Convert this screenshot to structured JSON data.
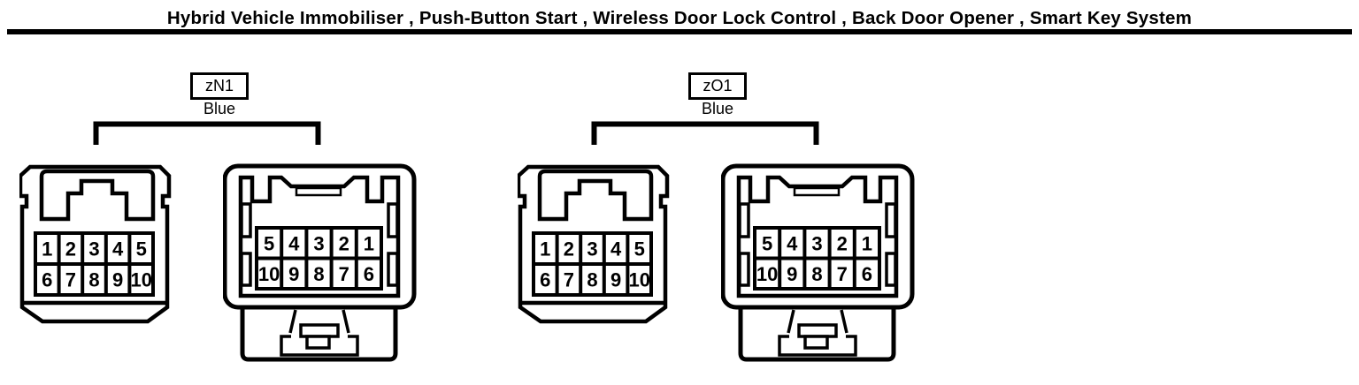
{
  "title": "Hybrid Vehicle Immobiliser , Push-Button Start , Wireless Door Lock Control , Back Door Opener , Smart Key System",
  "colors": {
    "line": "#000000",
    "background": "#ffffff"
  },
  "groups": [
    {
      "connector_code": "zN1",
      "color_name": "Blue",
      "left_connector": {
        "row1": [
          "1",
          "2",
          "3",
          "4",
          "5"
        ],
        "row2": [
          "6",
          "7",
          "8",
          "9",
          "10"
        ]
      },
      "right_connector": {
        "row1": [
          "5",
          "4",
          "3",
          "2",
          "1"
        ],
        "row2": [
          "10",
          "9",
          "8",
          "7",
          "6"
        ]
      }
    },
    {
      "connector_code": "zO1",
      "color_name": "Blue",
      "left_connector": {
        "row1": [
          "1",
          "2",
          "3",
          "4",
          "5"
        ],
        "row2": [
          "6",
          "7",
          "8",
          "9",
          "10"
        ]
      },
      "right_connector": {
        "row1": [
          "5",
          "4",
          "3",
          "2",
          "1"
        ],
        "row2": [
          "10",
          "9",
          "8",
          "7",
          "6"
        ]
      }
    }
  ]
}
